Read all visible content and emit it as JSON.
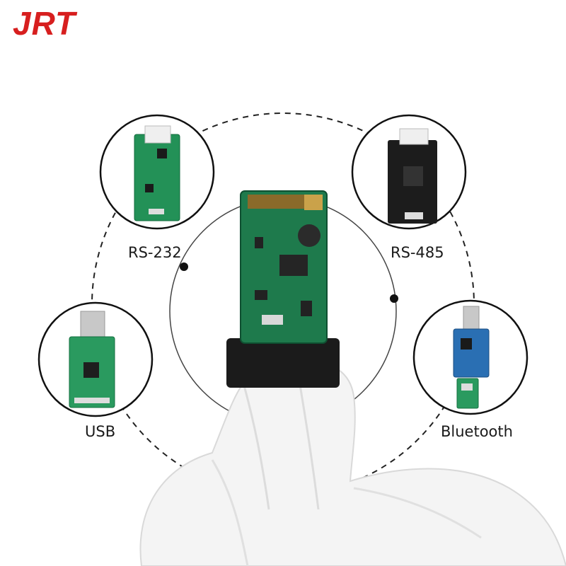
{
  "brand": {
    "logo_text": "JRT",
    "logo_color": "#d71f1f"
  },
  "interfaces": {
    "rs232": "RS-232",
    "rs485": "RS-485",
    "usb": "USB",
    "bluetooth": "Bluetooth"
  },
  "colors": {
    "pcb_green": "#1f7a4d",
    "pcb_black": "#1a1a1a",
    "pcb_blue": "#2a6fb3",
    "glove": "#f2f2f2"
  }
}
